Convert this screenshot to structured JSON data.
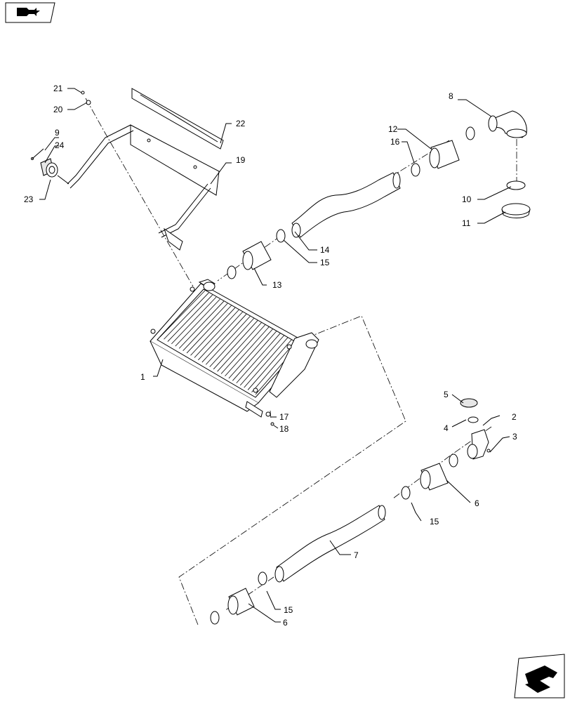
{
  "callouts": [
    {
      "id": "c1",
      "label": "1"
    },
    {
      "id": "c2",
      "label": "2"
    },
    {
      "id": "c3",
      "label": "3"
    },
    {
      "id": "c4",
      "label": "4"
    },
    {
      "id": "c5",
      "label": "5"
    },
    {
      "id": "c6a",
      "label": "6"
    },
    {
      "id": "c6b",
      "label": "6"
    },
    {
      "id": "c7",
      "label": "7"
    },
    {
      "id": "c8",
      "label": "8"
    },
    {
      "id": "c9",
      "label": "9"
    },
    {
      "id": "c10",
      "label": "10"
    },
    {
      "id": "c11",
      "label": "11"
    },
    {
      "id": "c12",
      "label": "12"
    },
    {
      "id": "c13",
      "label": "13"
    },
    {
      "id": "c14",
      "label": "14"
    },
    {
      "id": "c15a",
      "label": "15"
    },
    {
      "id": "c15b",
      "label": "15"
    },
    {
      "id": "c15c",
      "label": "15"
    },
    {
      "id": "c16",
      "label": "16"
    },
    {
      "id": "c17",
      "label": "17"
    },
    {
      "id": "c18",
      "label": "18"
    },
    {
      "id": "c19",
      "label": "19"
    },
    {
      "id": "c20",
      "label": "20"
    },
    {
      "id": "c21",
      "label": "21"
    },
    {
      "id": "c22",
      "label": "22"
    },
    {
      "id": "c23",
      "label": "23"
    },
    {
      "id": "c24",
      "label": "24"
    }
  ],
  "icons": {
    "top_left": "book-arrow-icon",
    "bottom_right": "next-page-arrow-icon"
  }
}
